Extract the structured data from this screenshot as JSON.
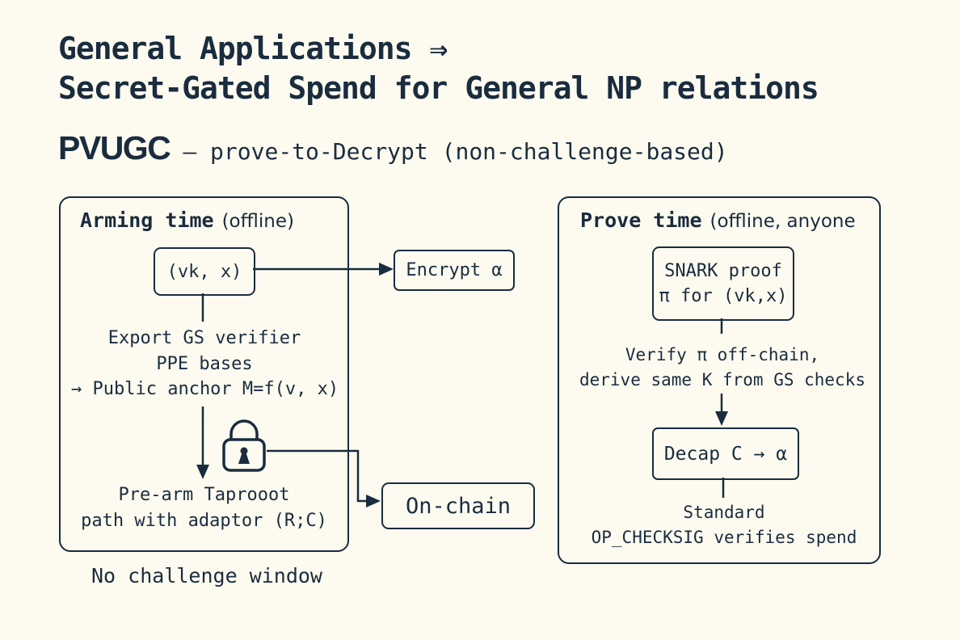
{
  "colors": {
    "ink": "#1a2c3e",
    "background": "#fdfbf0"
  },
  "title": {
    "line1": "General Applications ⇒",
    "line2": "Secret-Gated Spend for General NP relations"
  },
  "subtitle": {
    "brand": "PVUGC",
    "rest": "— prove-to-Decrypt (non-challenge-based)"
  },
  "left_panel": {
    "heading_bold": "Arming time",
    "heading_rest": "(offline)",
    "vk_box": "(vk, x)",
    "export_lines": {
      "0": "Export GS verifier",
      "1": "PPE bases",
      "2": "→ Public anchor M=f(v, x)"
    },
    "prearm_lines": {
      "0": "Pre-arm Taprooot",
      "1": "path with adaptor (R;C)"
    },
    "footnote": "No challenge window"
  },
  "middle": {
    "encrypt_box": "Encrypt α",
    "onchain_box": "On-chain"
  },
  "right_panel": {
    "heading_bold": "Prove time",
    "heading_rest": "(offline, anyone",
    "snark_box": {
      "line1": "SNARK proof",
      "line2": "π for (vk,x)"
    },
    "verify_lines": {
      "0": "Verify π off-chain,",
      "1": "derive same K from GS checks"
    },
    "decap_box": "Decap C → α",
    "standard_lines": {
      "0": "Standard",
      "1": "OP_CHECKSIG verifies spend"
    }
  },
  "icons": {
    "padlock": "padlock-icon"
  }
}
